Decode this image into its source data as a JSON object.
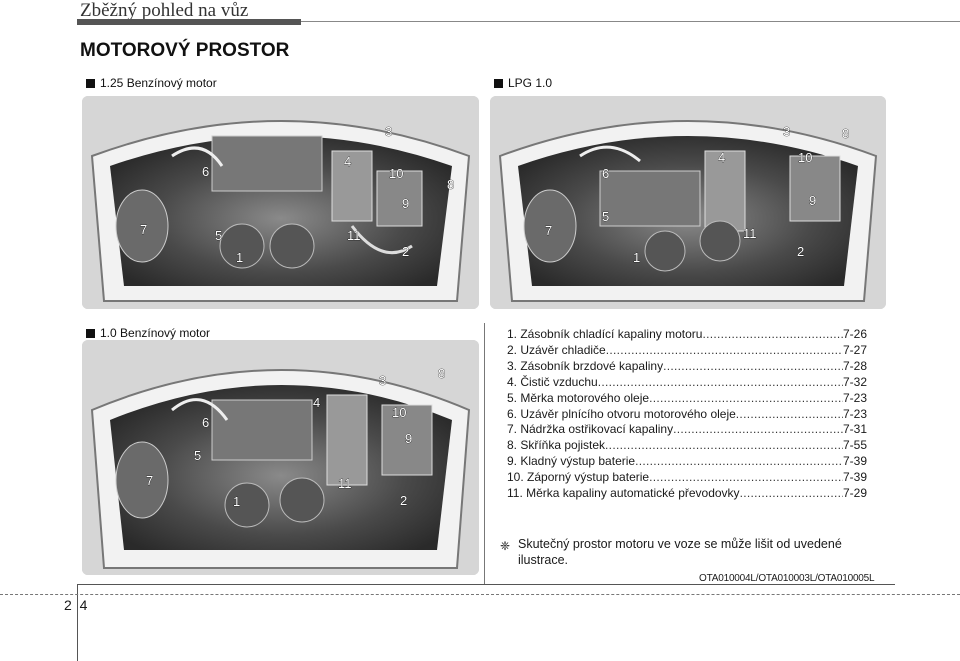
{
  "header": {
    "chapter_title": "Zběžný pohled na vůz"
  },
  "section_title": "MOTOROVÝ PROSTOR",
  "panels": {
    "top_left": {
      "label": "1.25 Benzínový motor"
    },
    "top_right": {
      "label": "LPG 1.0"
    },
    "bottom_left": {
      "label": "1.0 Benzínový motor"
    }
  },
  "callouts": [
    "1",
    "2",
    "3",
    "4",
    "5",
    "6",
    "7",
    "8",
    "9",
    "10",
    "11"
  ],
  "components": [
    {
      "name": "1. Zásobník chladící kapaliny motoru",
      "page": "7-26"
    },
    {
      "name": "2. Uzávěr chladiče",
      "page": "7-27"
    },
    {
      "name": "3. Zásobník brzdové kapaliny",
      "page": "7-28"
    },
    {
      "name": "4. Čistič vzduchu",
      "page": "7-32"
    },
    {
      "name": "5. Měrka motorového oleje",
      "page": "7-23"
    },
    {
      "name": "6. Uzávěr plnícího otvoru motorového oleje",
      "page": "7-23"
    },
    {
      "name": "7. Nádržka ostřikovací kapaliny",
      "page": "7-31"
    },
    {
      "name": "8. Skříňka pojistek",
      "page": "7-55"
    },
    {
      "name": "9. Kladný výstup baterie",
      "page": "7-39"
    },
    {
      "name": "10. Záporný výstup baterie",
      "page": "7-39"
    },
    {
      "name": "11. Měrka kapaliny automatické převodovky",
      "page": "7-29"
    }
  ],
  "note": {
    "symbol": "❈",
    "text": "Skutečný prostor motoru ve voze se může lišit od uvedené ilustrace."
  },
  "image_codes": "OTA010004L/OTA010003L/OTA010005L",
  "page_number": "2  4"
}
